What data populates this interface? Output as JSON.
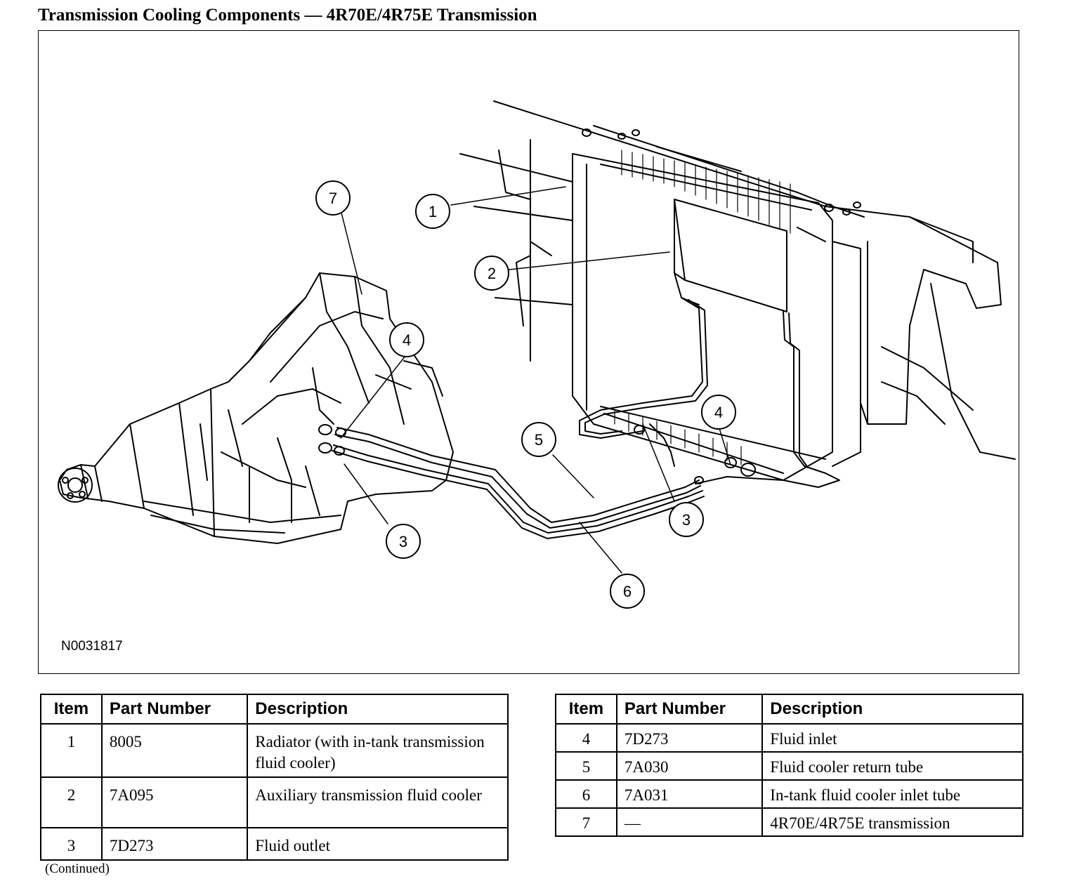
{
  "title": "Transmission Cooling Components — 4R70E/4R75E Transmission",
  "figure": {
    "id": "N0031817",
    "callouts": [
      {
        "label": "7"
      },
      {
        "label": "1"
      },
      {
        "label": "2"
      },
      {
        "label": "4"
      },
      {
        "label": "4"
      },
      {
        "label": "5"
      },
      {
        "label": "3"
      },
      {
        "label": "3"
      },
      {
        "label": "6"
      }
    ]
  },
  "table_headers": {
    "item": "Item",
    "part_number": "Part Number",
    "description": "Description"
  },
  "parts_left": [
    {
      "item": "1",
      "part_number": "8005",
      "description": "Radiator (with in-tank transmission fluid cooler)"
    },
    {
      "item": "2",
      "part_number": "7A095",
      "description": "Auxiliary transmission fluid cooler"
    },
    {
      "item": "3",
      "part_number": "7D273",
      "description": "Fluid outlet"
    }
  ],
  "parts_right": [
    {
      "item": "4",
      "part_number": "7D273",
      "description": "Fluid inlet"
    },
    {
      "item": "5",
      "part_number": "7A030",
      "description": "Fluid cooler return tube"
    },
    {
      "item": "6",
      "part_number": "7A031",
      "description": "In-tank fluid cooler inlet tube"
    },
    {
      "item": "7",
      "part_number": "—",
      "description": "4R70E/4R75E transmission"
    }
  ],
  "footer_note": "(Continued)"
}
